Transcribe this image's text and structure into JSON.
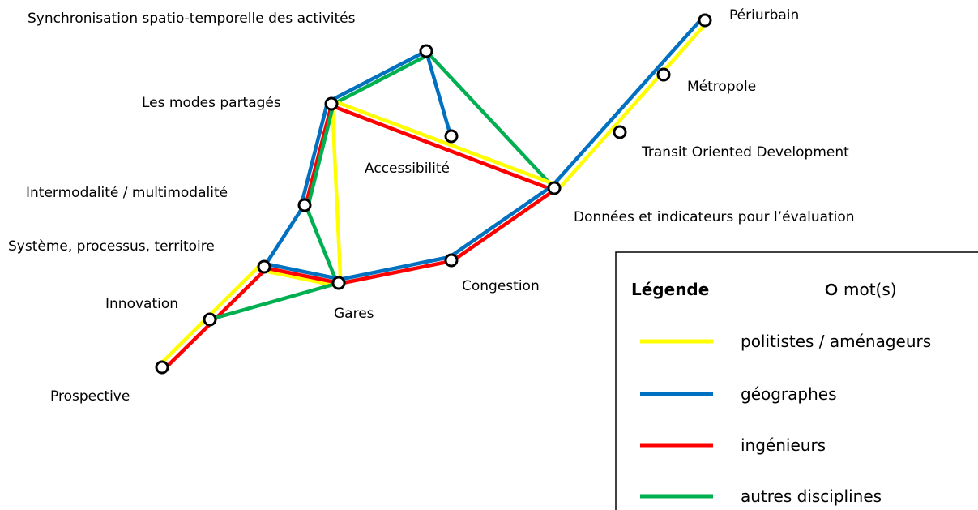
{
  "colors": {
    "politistes": "#ffff00",
    "geographes": "#0070c0",
    "ingenieurs": "#ff0000",
    "autres": "#00b050"
  },
  "nodes": {
    "synchro": "Synchronisation spatio-temporelle des activités",
    "modes": "Les modes partagés",
    "accessibilite": "Accessibilité",
    "intermodalite": "Intermodalité / multimodalité",
    "systeme": "Système, processus, territoire",
    "innovation": "Innovation",
    "gares": "Gares",
    "prospective": "Prospective",
    "congestion": "Congestion",
    "donnees": "Données et indicateurs pour l’évaluation",
    "tod": "Transit Oriented Development",
    "metropole": "Métropole",
    "periurbain": "Périurbain"
  },
  "legend": {
    "title": "Légende",
    "node_label": "mot(s)",
    "items": [
      {
        "key": "politistes",
        "label": "politistes / aménageurs"
      },
      {
        "key": "geographes",
        "label": "géographes"
      },
      {
        "key": "ingenieurs",
        "label": "ingénieurs"
      },
      {
        "key": "autres",
        "label": "autres disciplines"
      }
    ]
  }
}
